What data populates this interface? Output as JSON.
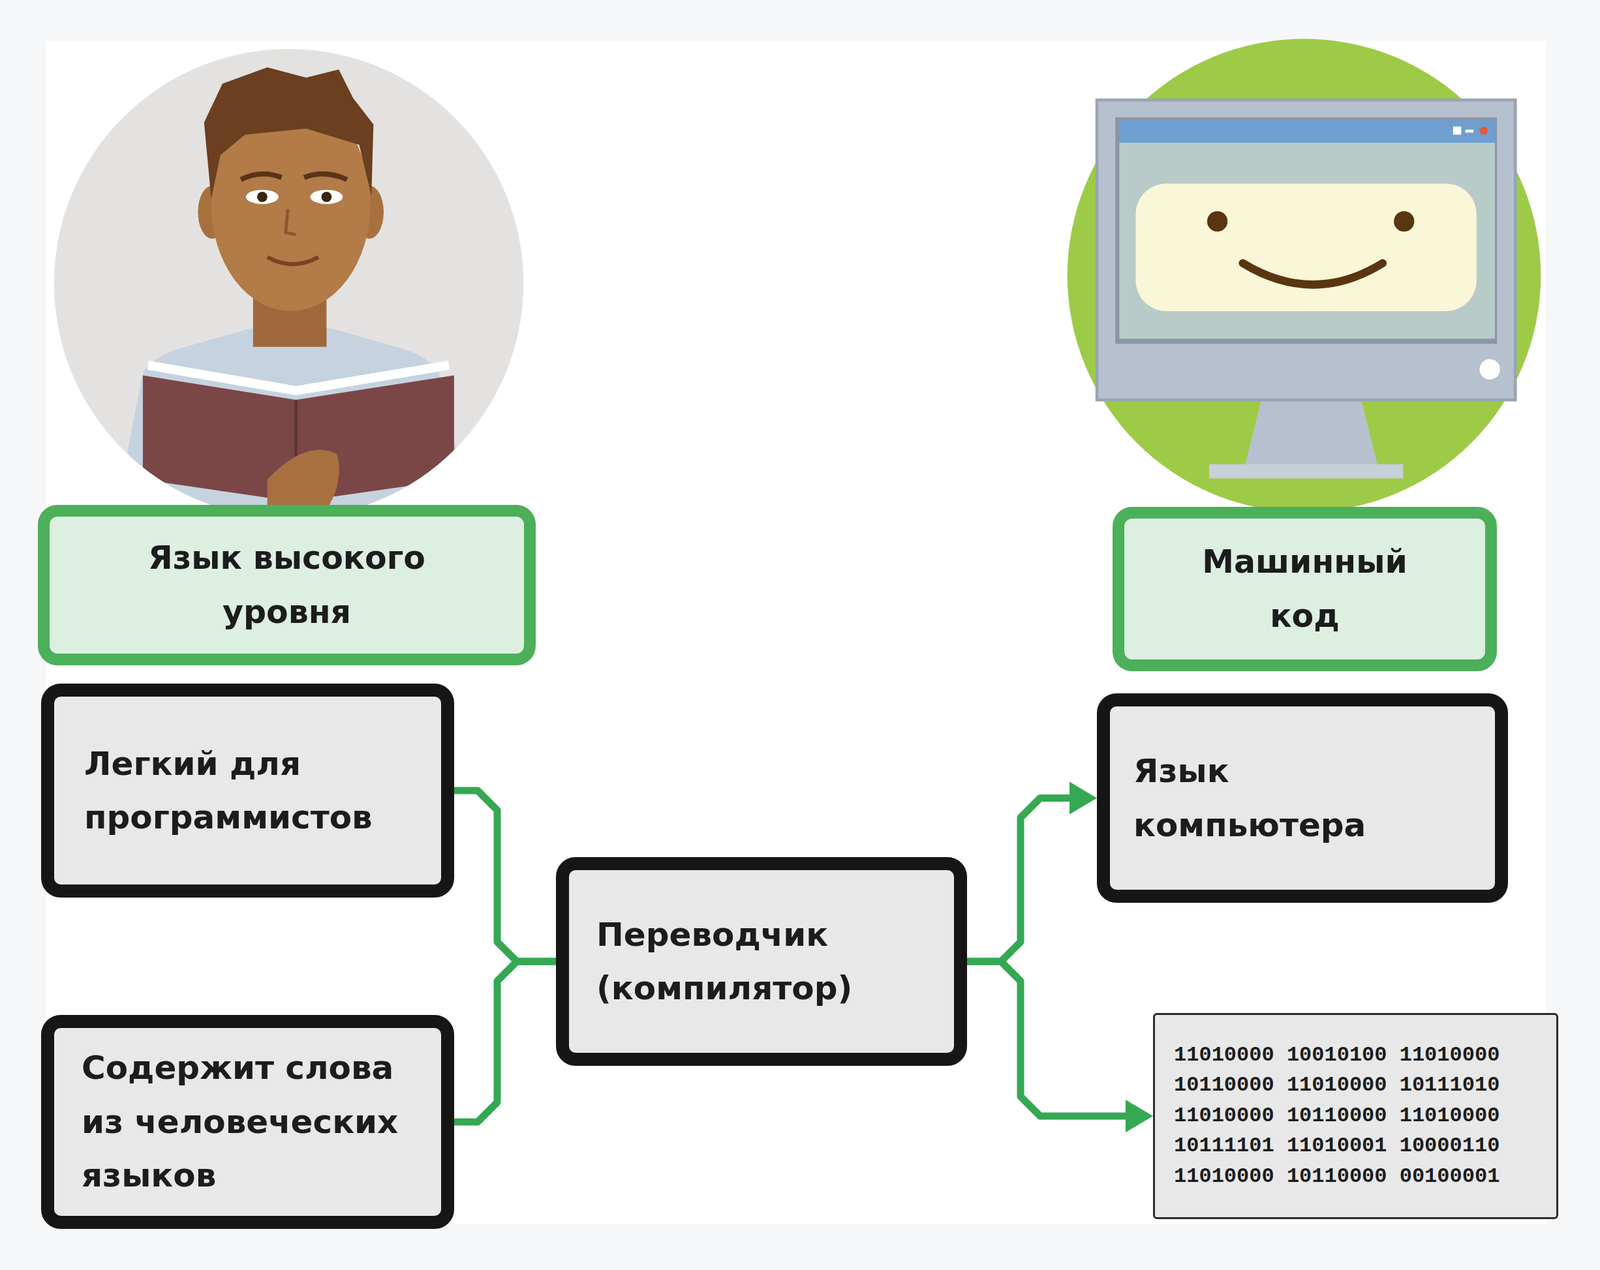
{
  "diagram": {
    "nodes": [
      {
        "text": [
          "Язык высокого уровня"
        ]
      },
      {
        "text": [
          "Машинный код"
        ]
      },
      {
        "text": [
          "Легкий для программистов"
        ]
      },
      {
        "text": [
          "Переводчик (компилятор)"
        ]
      },
      {
        "text": [
          "Язык компьютера"
        ]
      },
      {
        "text": [
          "Содержит слова из человеческих языков"
        ]
      },
      {
        "text": [
          "11010000 10010100 11010000 10110000 11010000 10111010 11010000 10110000 11010000 10111101 11010001 10000110 11010000 10110000 00100001"
        ]
      }
    ],
    "edges": [
      {
        "from": 2,
        "to": 3,
        "arrow": "none"
      },
      {
        "from": 5,
        "to": 3,
        "arrow": "none"
      },
      {
        "from": 3,
        "to": 4,
        "arrow": "to"
      },
      {
        "from": 3,
        "to": 6,
        "arrow": "to"
      }
    ]
  }
}
